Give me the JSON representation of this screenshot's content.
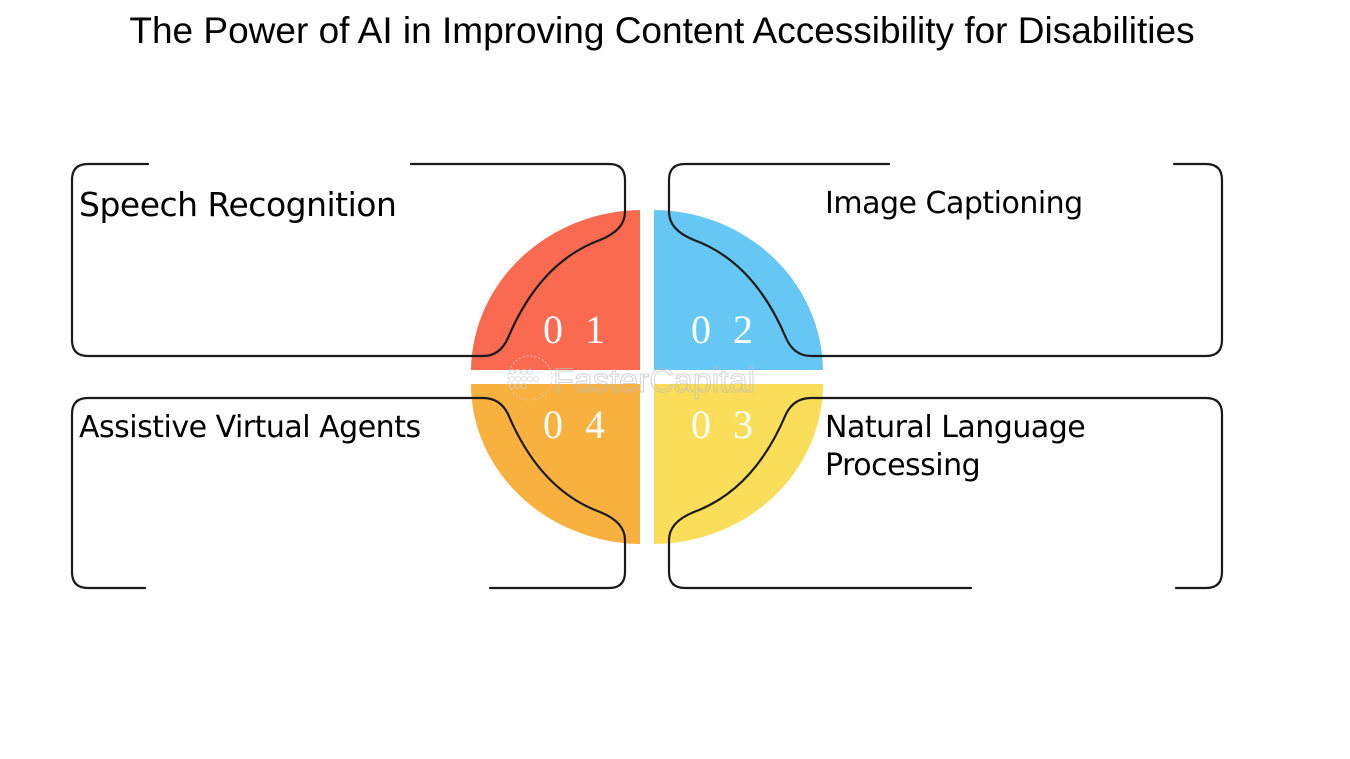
{
  "title": "The Power of AI in Improving Content Accessibility for Disabilities",
  "diagram": {
    "type": "four-quadrant-circle",
    "quadrants": [
      {
        "number": "0 1",
        "label": "Speech Recognition",
        "position": "top-left",
        "color": "#F96A50"
      },
      {
        "number": "0 2",
        "label": "Image Captioning",
        "position": "top-right",
        "color": "#66C7F5"
      },
      {
        "number": "0 3",
        "label": "Natural Language Processing",
        "label_lines": [
          "Natural Language",
          "Processing"
        ],
        "position": "bottom-right",
        "color": "#FADE5A"
      },
      {
        "number": "0 4",
        "label": "Assistive Virtual Agents",
        "position": "bottom-left",
        "color": "#F8B03F"
      }
    ],
    "outline_color": "#1a1a1a"
  },
  "watermark": "FasterCapital"
}
